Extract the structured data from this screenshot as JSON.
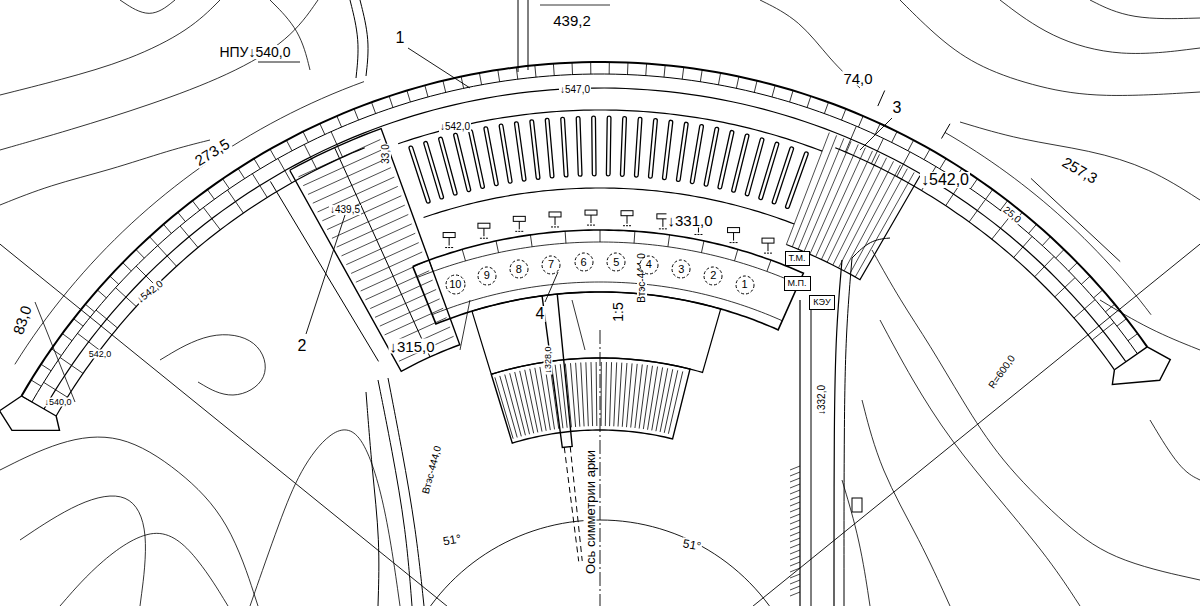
{
  "diagram": {
    "nodes": [
      {
        "text": [
          "10"
        ]
      },
      {
        "text": [
          "9"
        ]
      },
      {
        "text": [
          "8"
        ]
      },
      {
        "text": [
          "7"
        ]
      },
      {
        "text": [
          "6"
        ]
      },
      {
        "text": [
          "5"
        ]
      },
      {
        "text": [
          "4"
        ]
      },
      {
        "text": [
          "3"
        ]
      },
      {
        "text": [
          "2"
        ]
      },
      {
        "text": [
          "1"
        ]
      },
      {
        "text": [
          "Т.М."
        ]
      },
      {
        "text": [
          "М.П."
        ]
      },
      {
        "text": [
          "КЭУ"
        ]
      }
    ],
    "labels": [
      "1",
      "439,2",
      "НПУ↓540,0",
      "273,5",
      "↓547,0",
      "↓542,0",
      "33,0",
      "74,0",
      "3",
      "↓542,0",
      "257,3",
      "25,0",
      "↓331,0",
      "2",
      "↓315,0",
      "4",
      "1:5",
      "Втэс-444,0",
      "83,0",
      "↓542,0",
      "542,0",
      "↓540,0",
      "↓328,0",
      "Втэс-444,0",
      "51°",
      "51°",
      "Ось симметрии арки",
      "↓332,0",
      "R=600,0",
      "↓439,5"
    ]
  }
}
